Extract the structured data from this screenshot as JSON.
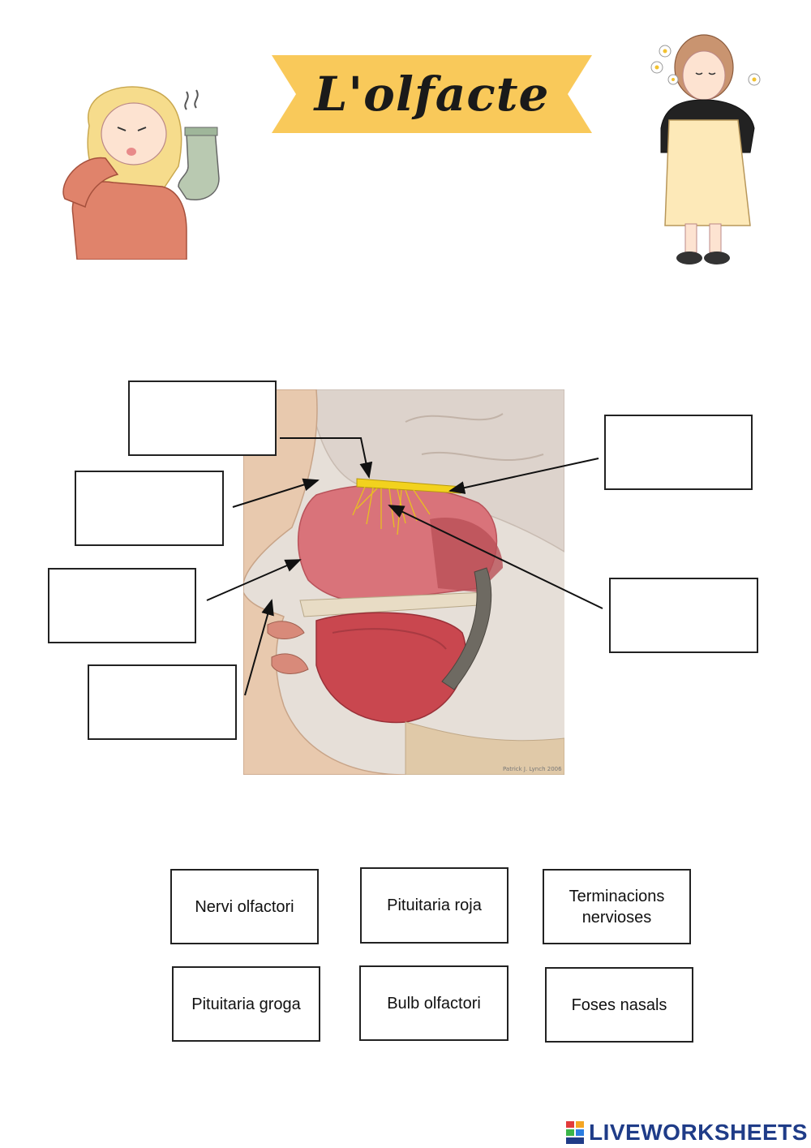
{
  "title": "L'olfacte",
  "diagram": {
    "credit": "Patrick J. Lynch 2006"
  },
  "word_cards": [
    {
      "id": "nervi",
      "label": "Nervi olfactori"
    },
    {
      "id": "roja",
      "label": "Pituitaria roja"
    },
    {
      "id": "terminacions",
      "label": "Terminacions\nnervioses"
    },
    {
      "id": "groga",
      "label": "Pituitaria groga"
    },
    {
      "id": "bulb",
      "label": "Bulb olfactori"
    },
    {
      "id": "foses",
      "label": "Foses nasals"
    }
  ],
  "footer": {
    "brand": "LIVEWORKSHEETS",
    "brand_color": "#1f3c88"
  },
  "colors": {
    "banner": "#f9c95a",
    "nerve_yellow": "#f2d21e",
    "mucosa_red": "#d9737a"
  }
}
